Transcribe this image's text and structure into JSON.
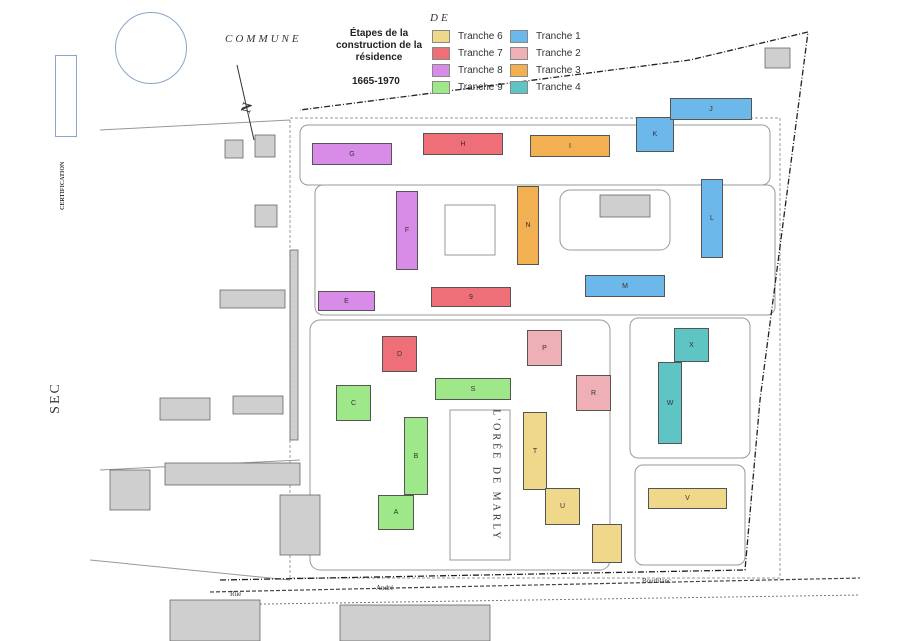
{
  "legend": {
    "title": "Étapes de la construction de la résidence",
    "years": "1665-1970",
    "items": [
      {
        "label": "Tranche 6",
        "color": "#f0d88a"
      },
      {
        "label": "Tranche 7",
        "color": "#ee6f78"
      },
      {
        "label": "Tranche 8",
        "color": "#d98be8"
      },
      {
        "label": "Tranche 9",
        "color": "#9ee88a"
      },
      {
        "label": "Tranche 1",
        "color": "#6db8ea"
      },
      {
        "label": "Tranche 2",
        "color": "#eeb0b4"
      },
      {
        "label": "Tranche 3",
        "color": "#f2b052"
      },
      {
        "label": "Tranche 4",
        "color": "#5ec4c4"
      }
    ]
  },
  "map_text": {
    "commune": "COMMUNE",
    "de": "DE",
    "sec": "SEC",
    "residence_name": "L'ORÉE DE MARLY",
    "street_rue": "Rue",
    "street_andre": "André",
    "street_bourblanc": "Bourblanc",
    "certification": "CERTIFICATION",
    "north": "N"
  },
  "buildings": [
    {
      "label": "G",
      "tranche": "Tranche 8"
    },
    {
      "label": "H",
      "tranche": "Tranche 7"
    },
    {
      "label": "I",
      "tranche": "Tranche 3"
    },
    {
      "label": "K",
      "tranche": "Tranche 1"
    },
    {
      "label": "J",
      "tranche": "Tranche 1"
    },
    {
      "label": "F",
      "tranche": "Tranche 8"
    },
    {
      "label": "N",
      "tranche": "Tranche 3"
    },
    {
      "label": "L",
      "tranche": "Tranche 1"
    },
    {
      "label": "E",
      "tranche": "Tranche 8"
    },
    {
      "label": "9",
      "tranche": "Tranche 7"
    },
    {
      "label": "M",
      "tranche": "Tranche 1"
    },
    {
      "label": "D",
      "tranche": "Tranche 7"
    },
    {
      "label": "P",
      "tranche": "Tranche 2"
    },
    {
      "label": "C",
      "tranche": "Tranche 9"
    },
    {
      "label": "S",
      "tranche": "Tranche 9"
    },
    {
      "label": "R",
      "tranche": "Tranche 2"
    },
    {
      "label": "X",
      "tranche": "Tranche 4"
    },
    {
      "label": "W",
      "tranche": "Tranche 4"
    },
    {
      "label": "B",
      "tranche": "Tranche 9"
    },
    {
      "label": "A",
      "tranche": "Tranche 9"
    },
    {
      "label": "T",
      "tranche": "Tranche 6"
    },
    {
      "label": "U",
      "tranche": "Tranche 6"
    },
    {
      "label": "",
      "tranche": "Tranche 6"
    },
    {
      "label": "V",
      "tranche": "Tranche 6"
    }
  ]
}
